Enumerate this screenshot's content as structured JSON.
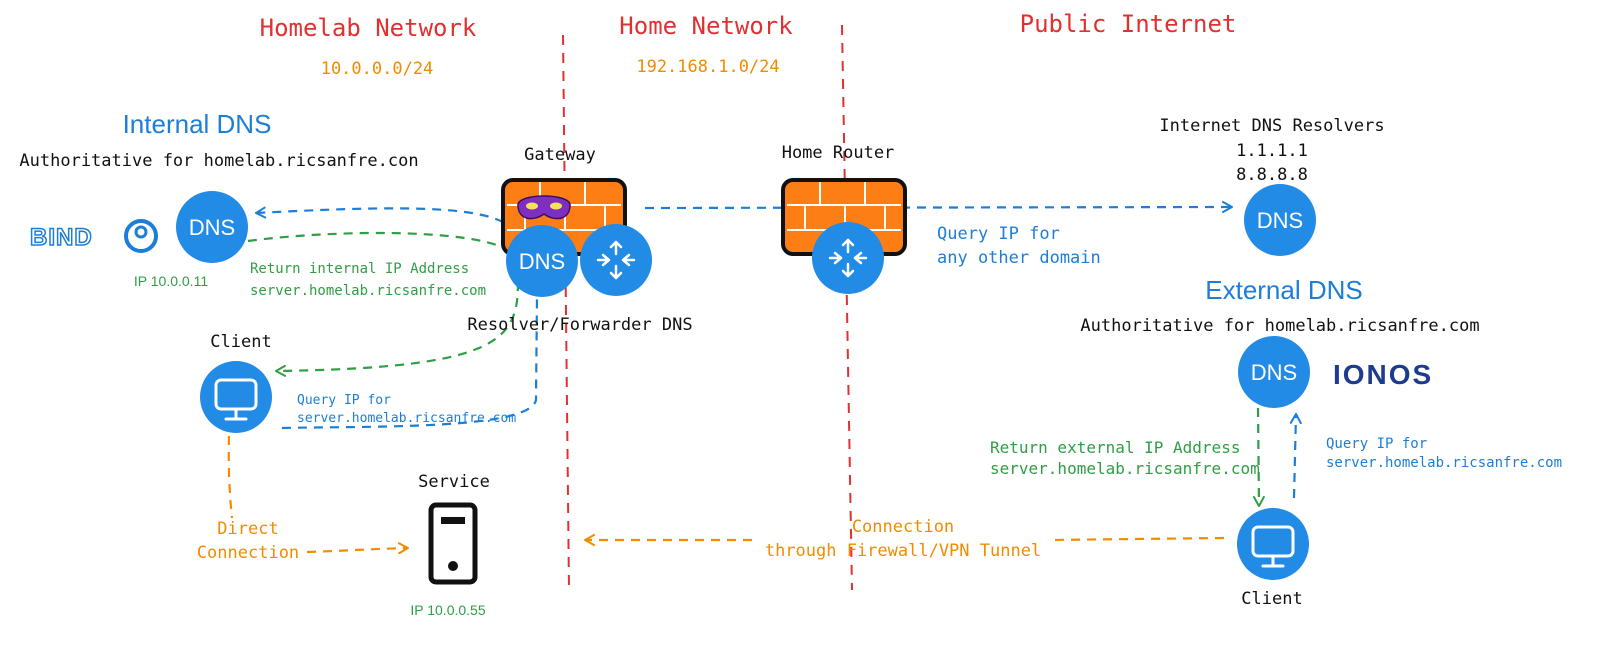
{
  "zones": {
    "homelab": {
      "title": "Homelab Network",
      "subnet": "10.0.0.0/24"
    },
    "home": {
      "title": "Home Network",
      "subnet": "192.168.1.0/24"
    },
    "public": {
      "title": "Public Internet"
    }
  },
  "internal_dns": {
    "title": "Internal DNS",
    "subtitle": "Authoritative for homelab.ricsanfre.con",
    "node_label": "DNS",
    "ip": "IP 10.0.0.11",
    "logo_text": "BIND"
  },
  "gateway": {
    "label": "Gateway",
    "dns_label": "DNS",
    "caption": "Resolver/Forwarder DNS"
  },
  "home_router": {
    "label": "Home Router"
  },
  "internet_dns": {
    "title": "Internet DNS Resolvers",
    "ip1": "1.1.1.1",
    "ip2": "8.8.8.8",
    "node_label": "DNS"
  },
  "external_dns": {
    "title": "External DNS",
    "subtitle": "Authoritative for homelab.ricsanfre.com",
    "node_label": "DNS",
    "logo_text": "IONOS"
  },
  "client_internal": {
    "label": "Client"
  },
  "client_external": {
    "label": "Client"
  },
  "service": {
    "label": "Service",
    "ip": "IP 10.0.0.55"
  },
  "annotations": {
    "return_internal_1": "Return internal IP Address",
    "return_internal_2": "server.homelab.ricsanfre.com",
    "query_internal_1": "Query IP for",
    "query_internal_2": "server.homelab.ricsanfre.com",
    "query_other_1": "Query IP for",
    "query_other_2": "any other domain",
    "return_external_1": "Return external IP Address",
    "return_external_2": "server.homelab.ricsanfre.com",
    "query_external_1": "Query IP for",
    "query_external_2": "server.homelab.ricsanfre.com",
    "direct_1": "Direct",
    "direct_2": "Connection",
    "tunnel_1": "Connection",
    "tunnel_2": "through Firewall/VPN Tunnel"
  },
  "colors": {
    "zone_title": "#e03131",
    "subnet": "#f08c00",
    "blue": "#1c7ed6",
    "node": "#228be6",
    "green": "#2f9e44",
    "orange": "#f08c00",
    "boundary": "#e03131",
    "firewall": "#fd7e14",
    "ionos": "#1d3c8f"
  },
  "icons": [
    "dns-icon",
    "router-icon",
    "firewall-icon",
    "monitor-icon",
    "server-icon",
    "mask-icon",
    "bind-logo",
    "ionos-logo"
  ]
}
